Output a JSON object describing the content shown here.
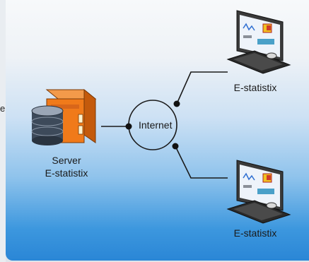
{
  "nodes": {
    "server": {
      "label_line1": "Server",
      "label_line2": "E-statistix"
    },
    "internet": {
      "label": "Internet"
    },
    "client_top": {
      "label": "E-statistix"
    },
    "client_bottom": {
      "label": "E-statistix"
    }
  },
  "edge_text": "e",
  "colors": {
    "server_orange": "#f07a1a",
    "line": "#1a1a1a",
    "background_blue": "#2a86d6"
  }
}
